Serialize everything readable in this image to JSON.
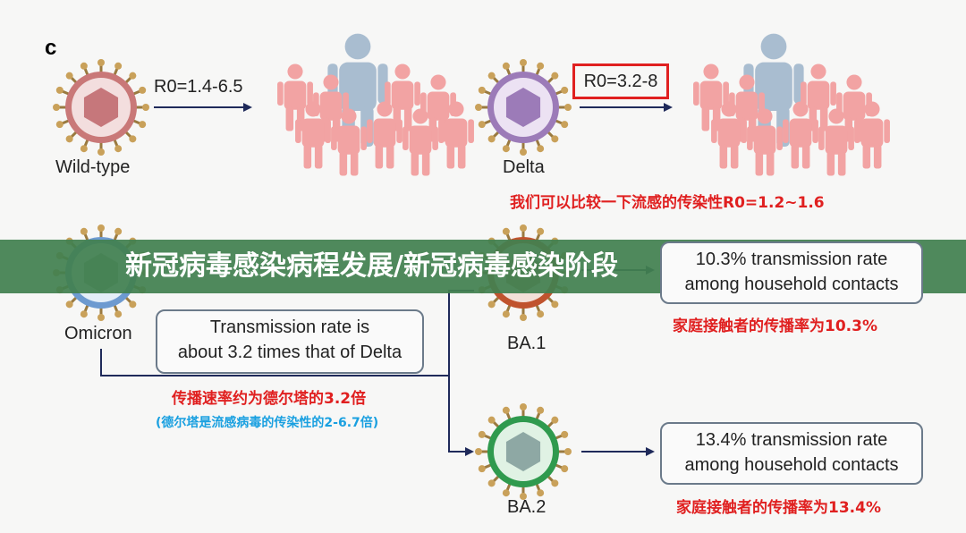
{
  "panel_label": "c",
  "wild_type": {
    "label": "Wild-type",
    "r0": "R0=1.4-6.5"
  },
  "delta": {
    "label": "Delta",
    "r0": "R0=3.2-8",
    "note_cn": "我们可以比较一下流感的传染性R0=1.2~1.6"
  },
  "omicron": {
    "label": "Omicron",
    "box": [
      "Transmission rate is",
      "about 3.2 times that of Delta"
    ],
    "note_cn": "传播速率约为德尔塔的3.2倍",
    "note_cn_2": "(德尔塔是流感病毒的传染性的2-6.7倍)"
  },
  "ba1": {
    "label": "BA.1",
    "box": [
      "10.3% transmission rate",
      "among household contacts"
    ],
    "note_cn": "家庭接触者的传播率为10.3%"
  },
  "ba2": {
    "label": "BA.2",
    "box": [
      "13.4% transmission rate",
      "among household contacts"
    ],
    "note_cn": "家庭接触者的传播率为13.4%"
  },
  "banner": "新冠病毒感染病程发展/新冠病毒感染阶段",
  "colors": {
    "highlight": "#e02020",
    "arrow": "#1f2a5a",
    "banner": "#428050"
  }
}
